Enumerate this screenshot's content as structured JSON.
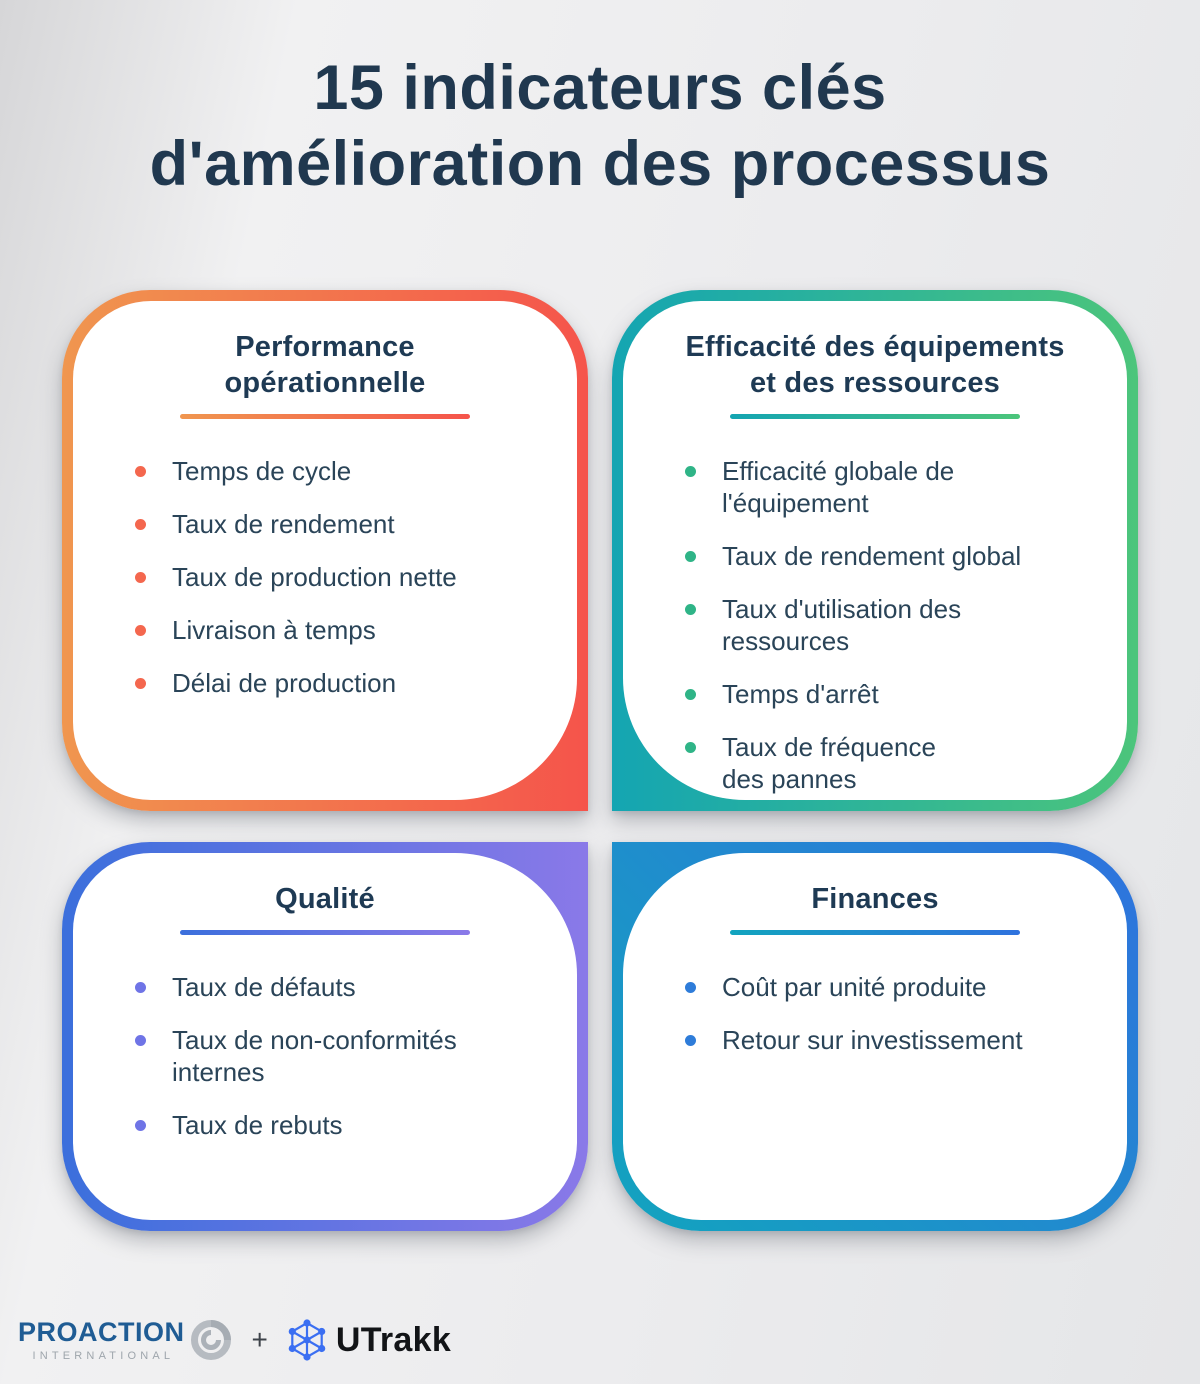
{
  "page": {
    "title_lines": [
      "15 indicateurs clés",
      "d'amélioration des processus"
    ]
  },
  "cards": [
    {
      "id": "performance-operationnelle",
      "title": "Performance\nopérationnelle",
      "items": [
        "Temps de cycle",
        "Taux de rendement",
        "Taux de production nette",
        "Livraison à temps",
        "Délai de production"
      ],
      "colors": {
        "gradient_from": "#F0964F",
        "gradient_to": "#F5544B",
        "bullet": "#F4674E"
      }
    },
    {
      "id": "efficacite-equipements-ressources",
      "title": "Efficacité des équipements\net des ressources",
      "items": [
        "Efficacité globale de\nl'équipement",
        "Taux de rendement global",
        "Taux d'utilisation des\nressources",
        "Temps d'arrêt",
        "Taux de fréquence\ndes pannes"
      ],
      "colors": {
        "gradient_from": "#14A5B2",
        "gradient_to": "#4CC57B",
        "bullet": "#2FB487"
      }
    },
    {
      "id": "qualite",
      "title": "Qualité",
      "items": [
        "Taux de défauts",
        "Taux de non-conformités\ninternes",
        "Taux de rebuts"
      ],
      "colors": {
        "gradient_from": "#3B6FDC",
        "gradient_to": "#8A79E8",
        "bullet": "#6F74E6"
      }
    },
    {
      "id": "finances",
      "title": "Finances",
      "items": [
        "Coût par unité produite",
        "Retour sur investissement"
      ],
      "colors": {
        "gradient_from": "#12A4BE",
        "gradient_to": "#2F72DE",
        "bullet": "#2E7CD9"
      }
    }
  ],
  "footer": {
    "proaction": {
      "wordmark": "PROACTION",
      "subtitle": "INTERNATIONAL",
      "brand_color": "#1F5C94"
    },
    "separator": "+",
    "utrakk": {
      "wordmark": "UTrakk",
      "icon_color": "#3B6FF2"
    },
    "icons": {
      "proaction": "swirl-globe-icon",
      "utrakk": "network-cube-icon"
    }
  }
}
